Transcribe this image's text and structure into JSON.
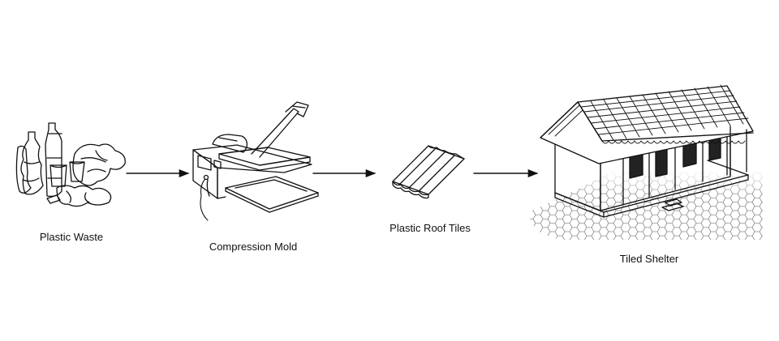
{
  "steps": [
    {
      "label": "Plastic Waste",
      "icon": "plastic-waste-illustration"
    },
    {
      "label": "Compression Mold",
      "icon": "compression-mold-illustration"
    },
    {
      "label": "Plastic Roof Tiles",
      "icon": "roof-tile-illustration"
    },
    {
      "label": "Tiled Shelter",
      "icon": "tiled-shelter-illustration"
    }
  ],
  "colors": {
    "ink": "#111111",
    "background": "#ffffff",
    "paving": "#9a9a9a"
  }
}
